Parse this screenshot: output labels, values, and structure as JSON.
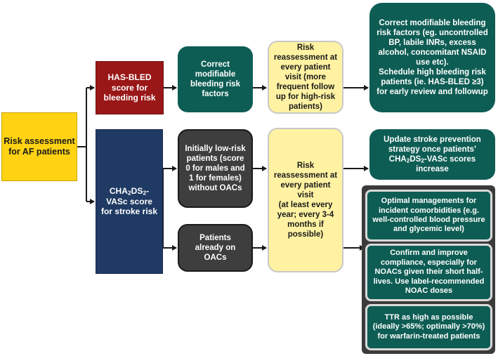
{
  "nodes": {
    "risk_assessment": "Risk assessment for AF patients",
    "has_bled": "HAS-BLED score for bleeding risk",
    "cha2ds2": {
      "prefix": "CHA",
      "sub1": "2",
      "mid": "DS",
      "sub2": "2",
      "suffix": "-VASc score for stroke risk"
    },
    "correct_factors": "Correct modifiable bleeding risk factors",
    "low_risk": "Initially low-risk patients (score 0 for males and 1 for females) without OACs",
    "already_oacs": "Patients already on OACs",
    "reassess_every_visit": "Risk reassessment at every patient visit (more frequent follow up for high-risk patients)",
    "reassess_yearly": {
      "line1": "Risk reassessment at every patient visit",
      "line2": "(at least every year; every 3-4 months if possible)"
    },
    "bleeding_actions": {
      "line1": "Correct modifiable bleeding risk factors (eg. uncontrolled BP, labile INRs, excess alcohol, concomitant NSAID use etc).",
      "line2": "Schedule high bleeding risk patients (ie. HAS-BLED ≥3) for early review and followup"
    },
    "update_stroke": {
      "pre": "Update stroke prevention strategy once patients’ CHA",
      "sub1": "2",
      "mid": "DS",
      "sub2": "2",
      "post": "-VASc scores increase"
    },
    "optimal_management": "Optimal managements for incident comorbidities (e.g. well-controlled blood pressure and glycemic level)",
    "compliance": "Confirm and improve compliance, especially for NOACs given their short half-lives. Use label-recommended NOAC doses",
    "ttr": "TTR as high as possible (ideally >65%; optimally >70%) for warfarin-treated patients"
  },
  "colors": {
    "yellow": "#ffd313",
    "red": "#9a1717",
    "navy": "#1f3a63",
    "teal": "#0e5d54",
    "dark": "#3e3e3e",
    "pale_yellow": "#fff2a2"
  }
}
